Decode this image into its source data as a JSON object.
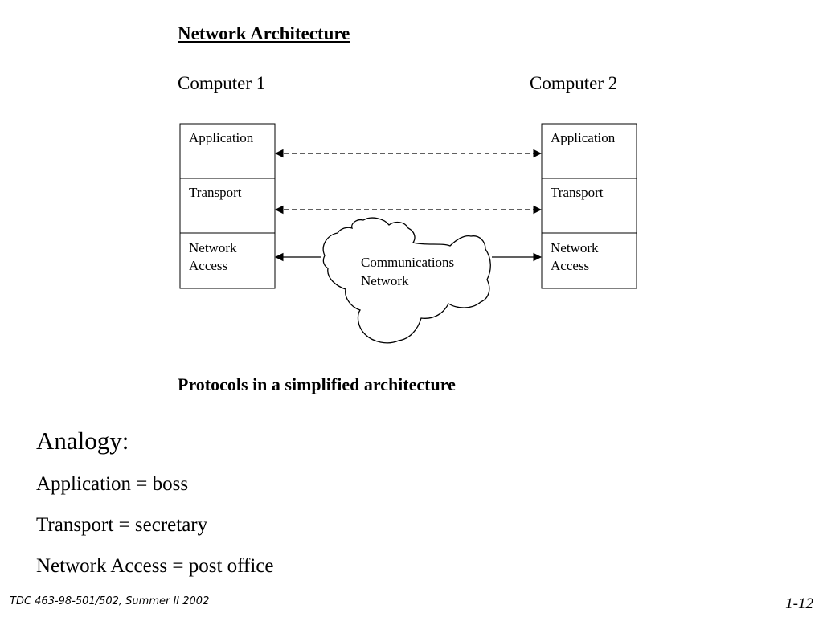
{
  "title": "Network Architecture",
  "computers": [
    {
      "label": "Computer 1",
      "layers": [
        [
          "Application"
        ],
        [
          "Transport"
        ],
        [
          "Network",
          "Access"
        ]
      ]
    },
    {
      "label": "Computer 2",
      "layers": [
        [
          "Application"
        ],
        [
          "Transport"
        ],
        [
          "Network",
          "Access"
        ]
      ]
    }
  ],
  "network": {
    "lines": [
      "Communications",
      "Network"
    ]
  },
  "caption": "Protocols in a simplified architecture",
  "analogy": {
    "heading": "Analogy:",
    "items": [
      "Application = boss",
      "Transport = secretary",
      "Network Access = post office"
    ]
  },
  "footer": {
    "left": "TDC 463-98-501/502, Summer II 2002",
    "right": "1-12"
  }
}
